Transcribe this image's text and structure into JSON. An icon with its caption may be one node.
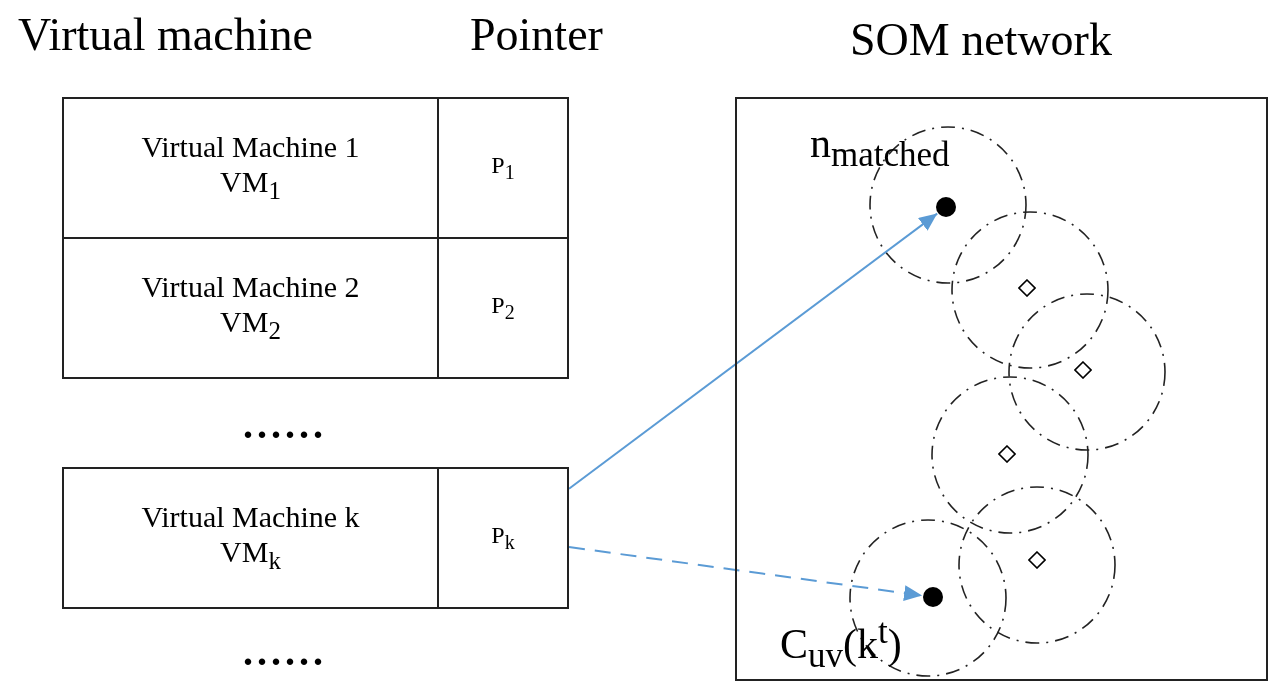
{
  "diagram": {
    "nodes": [
      {
        "text": [
          "Virtual Machine 1",
          "VM$_{1}$"
        ]
      },
      {
        "text": [
          "P$_{1}$"
        ]
      },
      {
        "text": [
          "Virtual Machine 2",
          "VM$_{2}$"
        ]
      },
      {
        "text": [
          "P$_{2}$"
        ]
      },
      {
        "text": [
          "Virtual Machine k",
          "VM$_{k}$"
        ]
      },
      {
        "text": [
          "P$_{k}$"
        ]
      },
      {
        "text": [
          "SOM network"
        ]
      },
      {
        "text": [],
        "shape": "circle",
        "in": 6,
        "beside": [
          "n$_{matched}$"
        ]
      },
      {
        "text": [],
        "shape": "diamond",
        "in": 6
      },
      {
        "text": [],
        "shape": "diamond",
        "in": 6
      },
      {
        "text": [],
        "shape": "diamond",
        "in": 6
      },
      {
        "text": [],
        "shape": "diamond",
        "in": 6
      },
      {
        "text": [],
        "shape": "circle",
        "in": 6,
        "beside": [
          "C$_{uv}$(k$^{t}$)"
        ]
      }
    ],
    "edges": [
      {
        "from": 5,
        "to": 7,
        "arrow": "to"
      },
      {
        "from": 5,
        "to": 12,
        "arrow": "to",
        "style": "dashed"
      }
    ],
    "labels": [
      "Virtual machine",
      "Pointer",
      "......",
      "......"
    ]
  }
}
